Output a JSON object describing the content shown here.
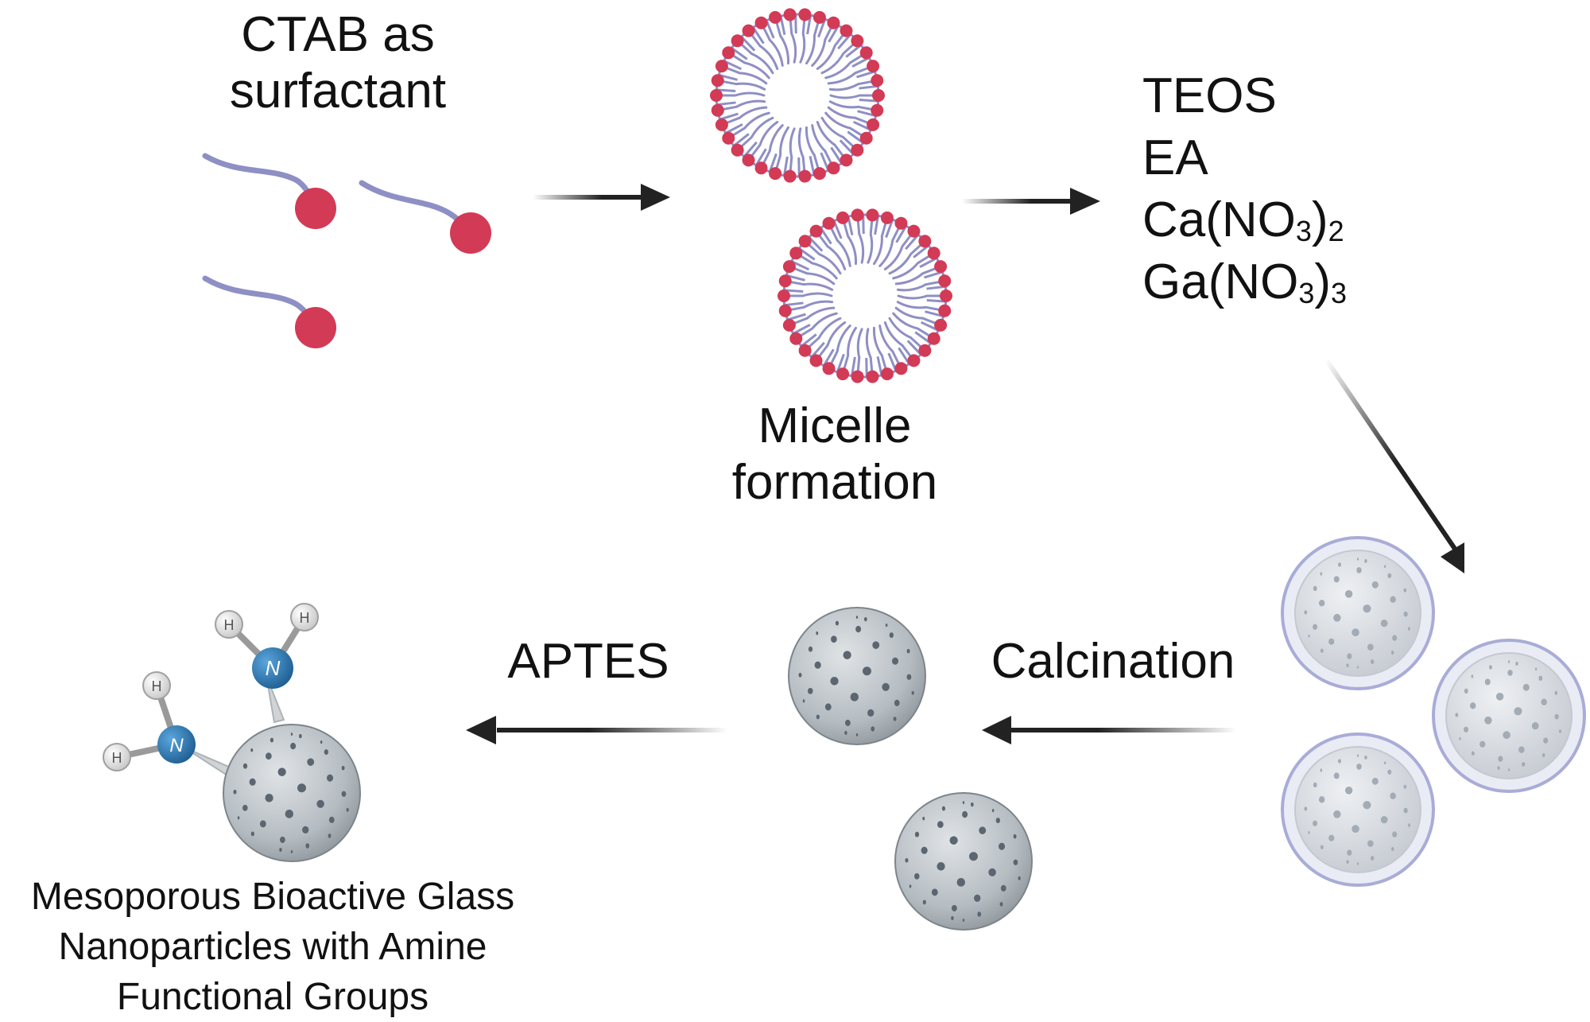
{
  "labels": {
    "ctab_line1": "CTAB as",
    "ctab_line2": "surfactant",
    "micelle_line1": "Micelle",
    "micelle_line2": "formation",
    "reagent1": "TEOS",
    "reagent2": "EA",
    "reagent3_main": "Ca(NO",
    "reagent3_sub1": "3",
    "reagent3_close": ")",
    "reagent3_sub2": "2",
    "reagent4_main": "Ga(NO",
    "reagent4_sub1": "3",
    "reagent4_close": ")",
    "reagent4_sub2": "3",
    "calcination": "Calcination",
    "aptes": "APTES",
    "product_line1": "Mesoporous Bioactive Glass",
    "product_line2": "Nanoparticles with Amine",
    "product_line3": "Functional Groups",
    "atom_n": "N",
    "atom_h": "H"
  },
  "colors": {
    "head": "#d23a56",
    "tail": "#8e8fc4",
    "nanoparticle": "#b7bec3",
    "pore": "#5b6670",
    "shell": "#dfe4ef",
    "shell_ring": "#a9acd6",
    "nitrogen": "#2b7bb7",
    "hydrogen": "#e6e6e6",
    "arrow": "#222222"
  }
}
